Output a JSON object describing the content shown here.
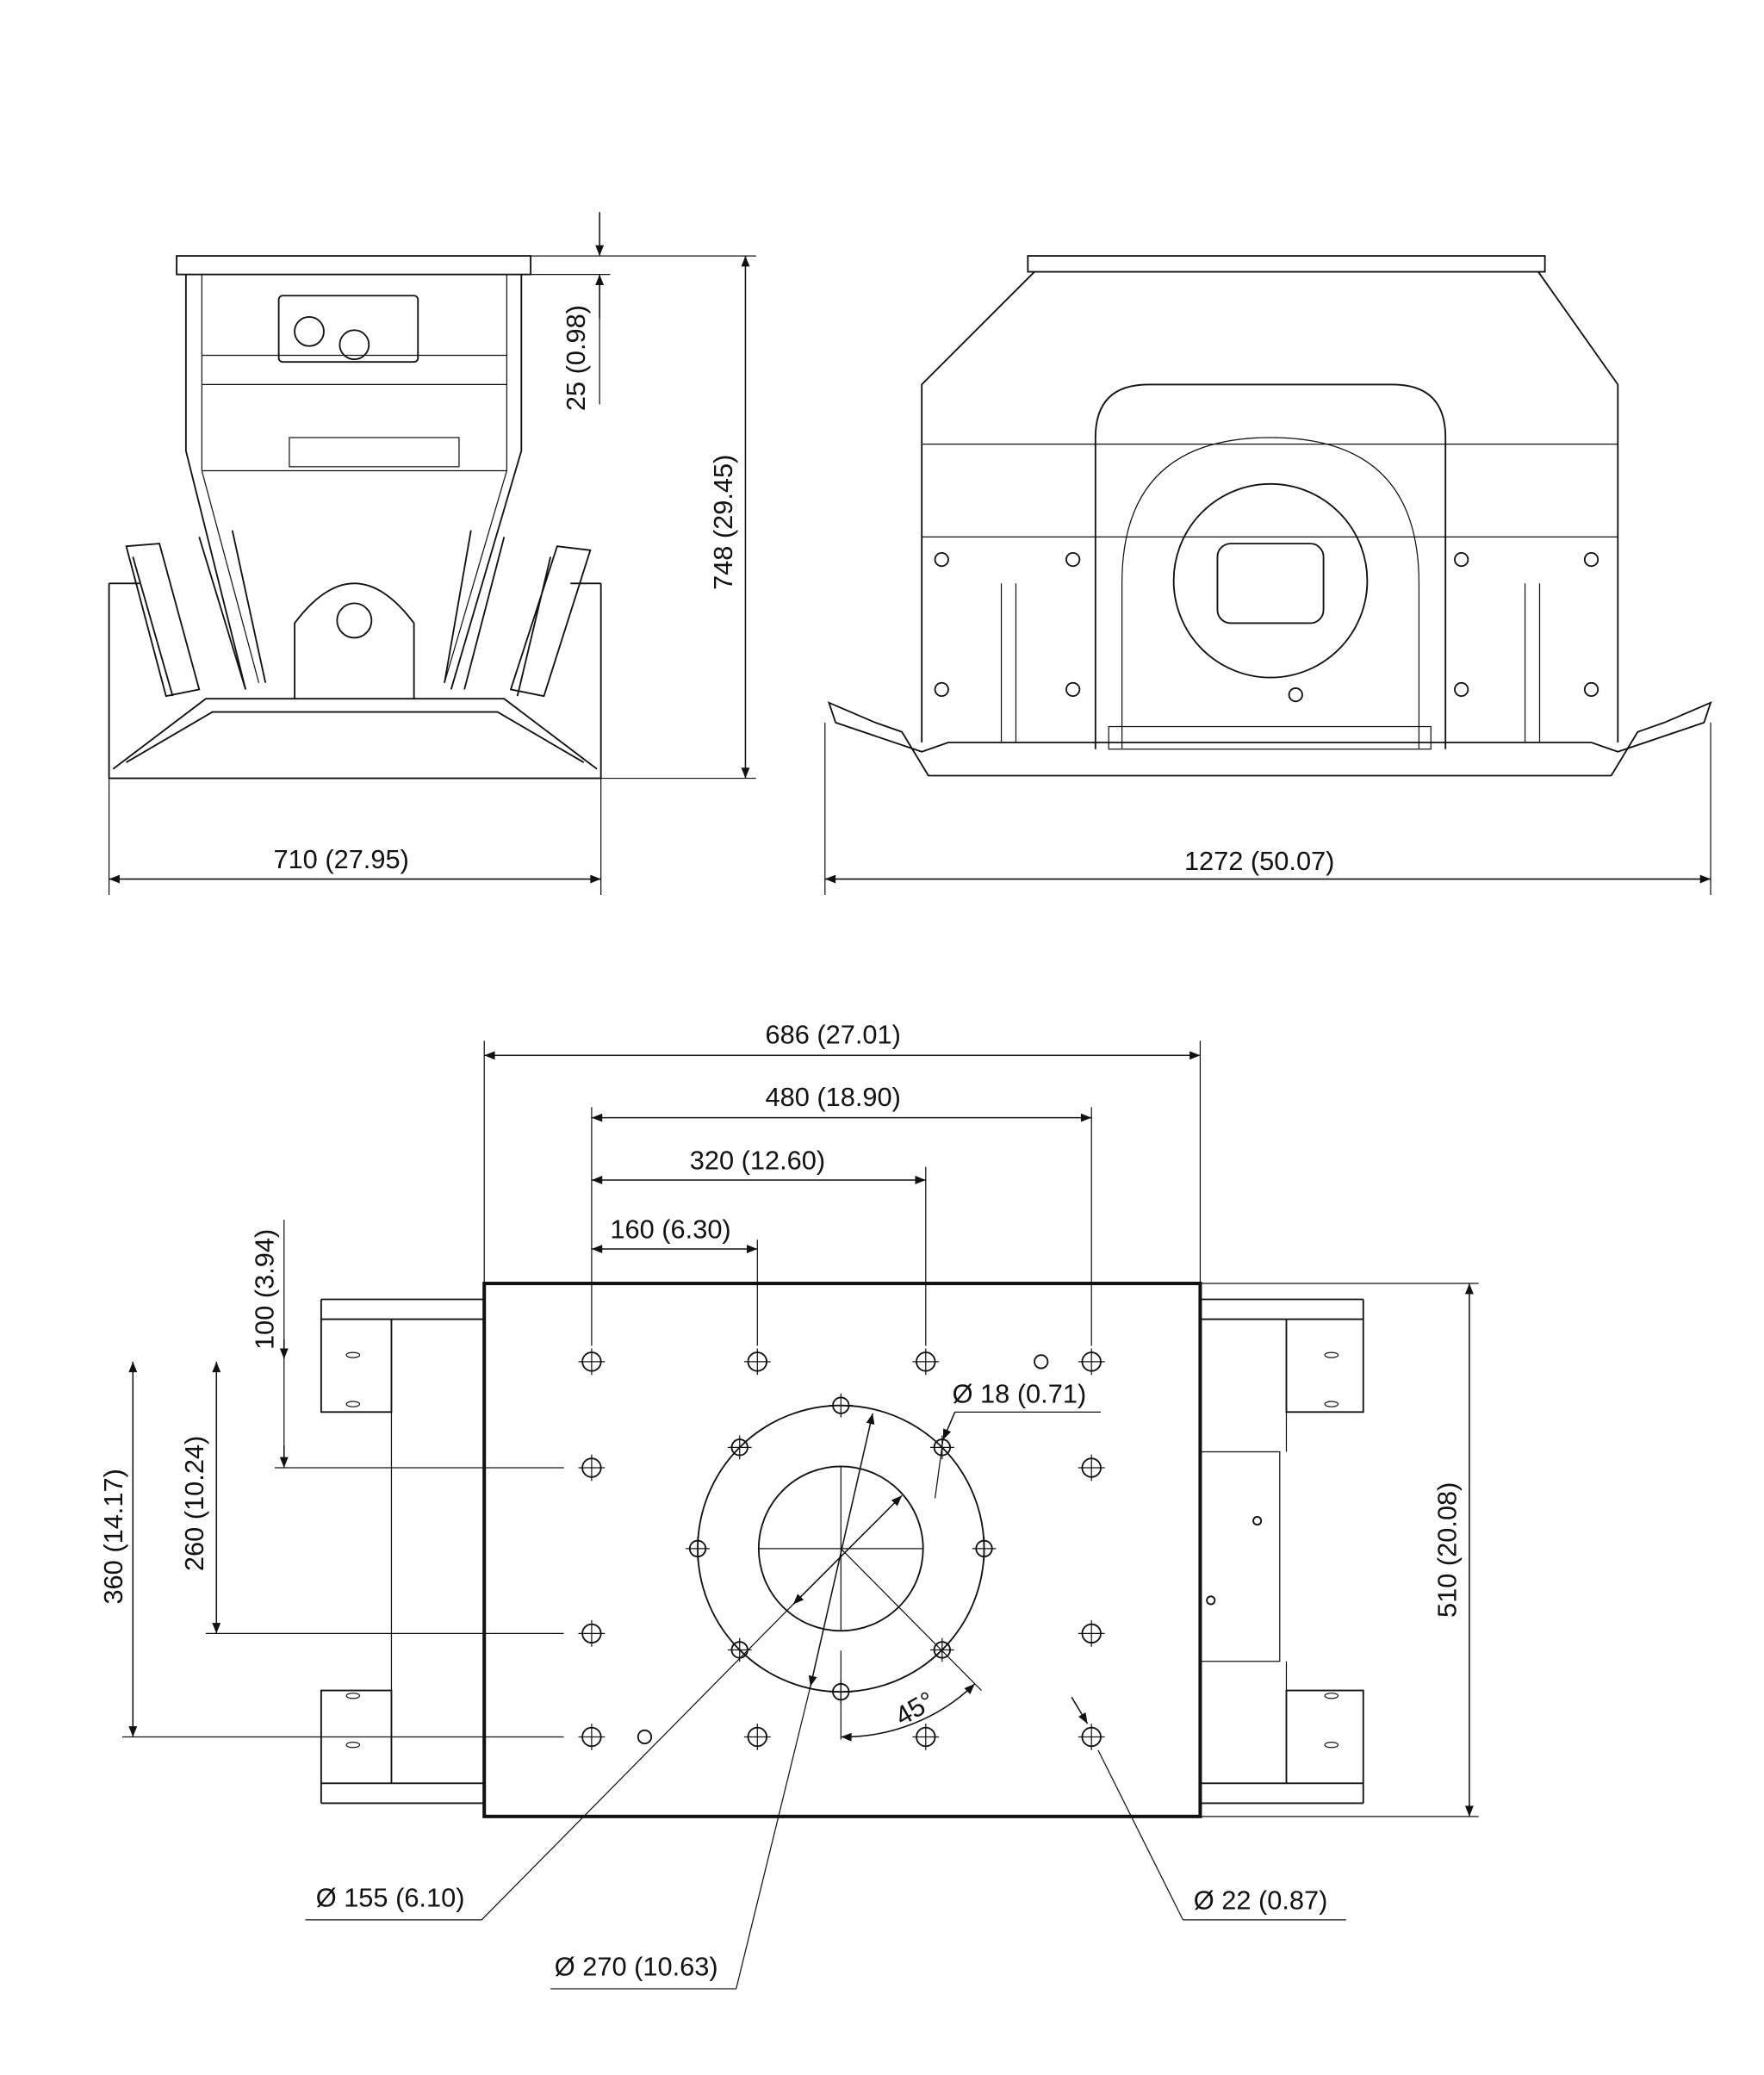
{
  "drawing": {
    "line_color": "#111111",
    "side_view": {
      "height_top": "25 (0.98)",
      "height_total": "748 (29.45)",
      "width": "710 (27.95)"
    },
    "front_view": {
      "width": "1272 (50.07)"
    },
    "bottom_view": {
      "width_686": "686 (27.01)",
      "width_480": "480 (18.90)",
      "width_320": "320 (12.60)",
      "width_160": "160 (6.30)",
      "offset_100": "100 (3.94)",
      "offset_260": "260 (10.24)",
      "offset_360": "360 (14.17)",
      "depth_510": "510 (20.08)",
      "hole_18": "Ø 18 (0.71)",
      "dia_155": "Ø 155 (6.10)",
      "dia_270": "Ø 270 (10.63)",
      "hole_22": "Ø 22 (0.87)",
      "angle": "45°"
    }
  }
}
